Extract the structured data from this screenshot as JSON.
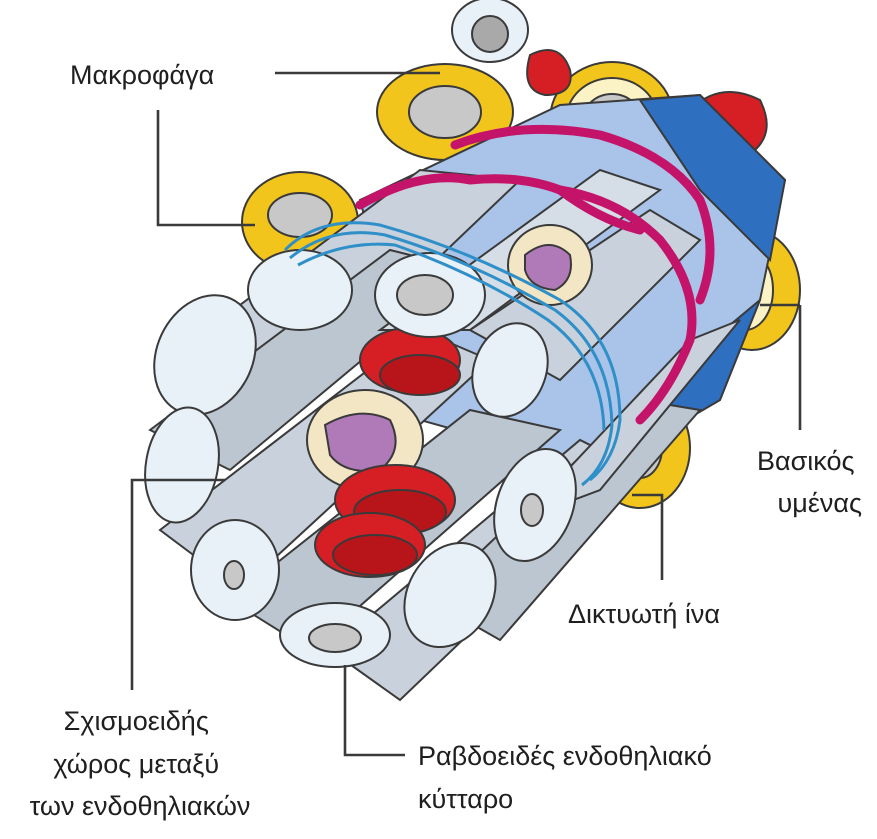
{
  "labels": {
    "macrophages": "Μακροφάγα",
    "basement_membrane": [
      "Βασικός",
      "υμένας"
    ],
    "reticular_fiber": "Δικτυωτή ίνα",
    "cleft_space": [
      "Σχισμοειδής",
      "χώρος μεταξύ",
      "των ενδοθηλιακών"
    ],
    "rod_endothelial_cell": [
      "Ραβδοειδές ενδοθηλιακό",
      "κύτταρο"
    ]
  },
  "colors": {
    "endothelial_body": "#c9d2dc",
    "endothelial_end": "#e8f0f8",
    "basement_membrane": "#a9c4e8",
    "basement_membrane_dark": "#2f6fc0",
    "macrophage": "#f2c51c",
    "macrophage_inner": "#fbf3c6",
    "red_blood_cell": "#d51f24",
    "reticular_fiber": "#c4146a",
    "fine_fibers": "#2f8fc8",
    "leukocyte": "#b07ab8"
  }
}
